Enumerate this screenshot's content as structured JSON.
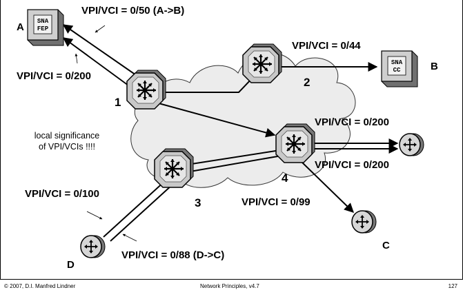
{
  "labels": {
    "vc_ab": "VPI/VCI = 0/50 (A->B)",
    "vc_a_200": "VPI/VCI = 0/200",
    "vc_b_44": "VPI/VCI = 0/44",
    "vc_4_top": "VPI/VCI = 0/200",
    "vc_4_bottom": "VPI/VCI = 0/200",
    "vc_d_100": "VPI/VCI = 0/100",
    "vc_c_99": "VPI/VCI = 0/99",
    "vc_dc": "VPI/VCI = 0/88 (D->C)"
  },
  "note": [
    "local significance",
    "of VPI/VCIs !!!!"
  ],
  "switches": {
    "s1": "1",
    "s2": "2",
    "s3": "3",
    "s4": "4"
  },
  "endpoints": {
    "a": "A",
    "b": "B",
    "c": "C",
    "d": "D"
  },
  "devices": {
    "fep_line1": "SNA",
    "fep_line2": "FEP",
    "cc_line1": "SNA",
    "cc_line2": "CC"
  },
  "footer": {
    "left": "© 2007, D.I. Manfred Lindner",
    "center": "Network Principles, v4.7",
    "right": "127"
  }
}
